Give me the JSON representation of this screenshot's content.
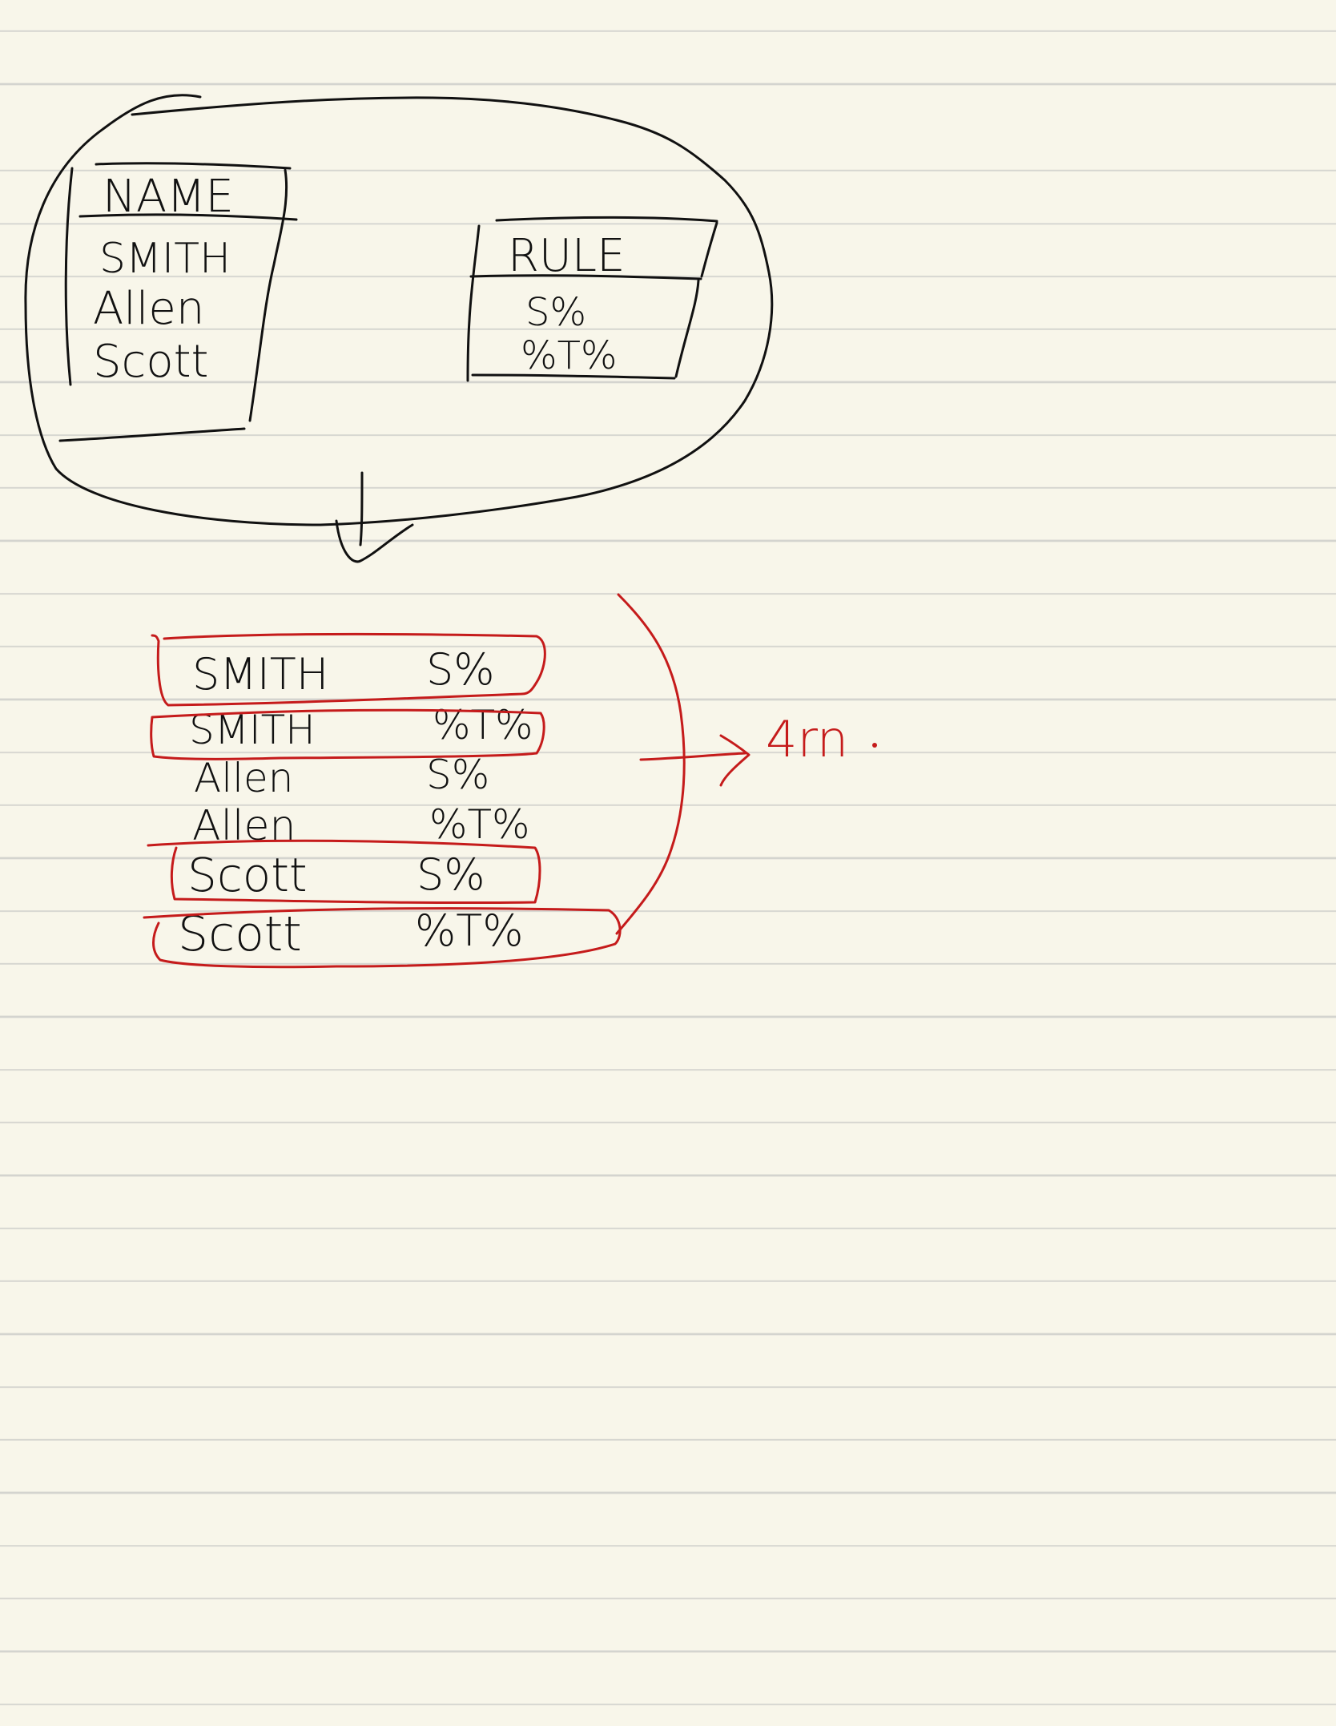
{
  "colors": {
    "paper": "#f8f6ea",
    "rule_line": "#d4d4cf",
    "ink_black": "#111111",
    "ink_red": "#c51b1b"
  },
  "name_table": {
    "header": "NAME",
    "rows": [
      "SMITH",
      "Allen",
      "Scott"
    ]
  },
  "rule_table": {
    "header": "RULE",
    "rows": [
      "S%",
      "%T%"
    ]
  },
  "result": {
    "rows": [
      {
        "name": "SMITH",
        "rule": "S%",
        "circled": true
      },
      {
        "name": "SMITH",
        "rule": "%T%",
        "circled": true
      },
      {
        "name": "Allen",
        "rule": "S%",
        "circled": false
      },
      {
        "name": "Allen",
        "rule": "%T%",
        "circled": false
      },
      {
        "name": "Scott",
        "rule": "S%",
        "circled": true
      },
      {
        "name": "Scott",
        "rule": "%T%",
        "circled": true
      }
    ],
    "count_label": "4rn"
  }
}
